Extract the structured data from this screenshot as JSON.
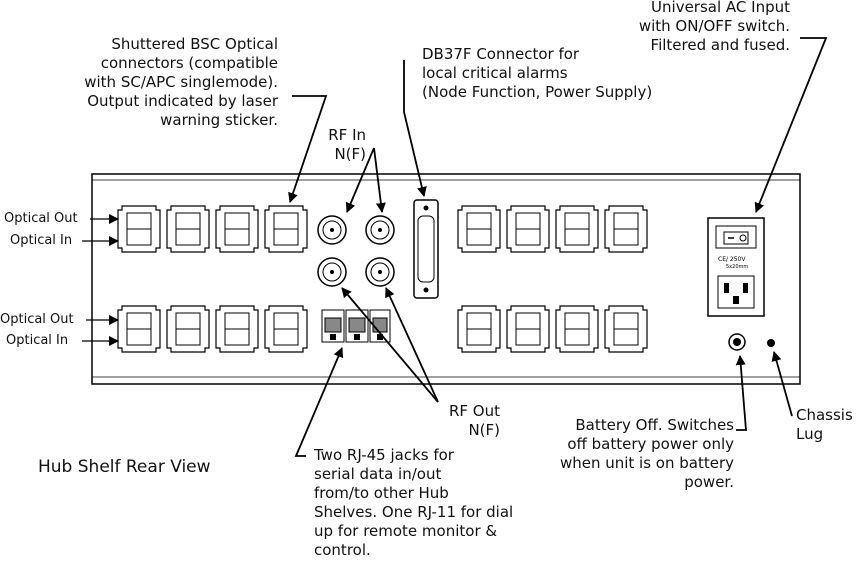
{
  "labels": {
    "optical_connectors": "Shuttered BSC Optical\nconnectors (compatible\nwith SC/APC singlemode).\nOutput indicated by laser\nwarning sticker.",
    "db37": "DB37F Connector for\nlocal critical alarms\n(Node Function, Power Supply)",
    "ac_input": "Universal AC Input\nwith ON/OFF switch.\nFiltered and fused.",
    "rf_in": "RF In\nN(F)",
    "optical_out_top": "Optical Out",
    "optical_in_top": "Optical In",
    "optical_out_bottom": "Optical Out",
    "optical_in_bottom": "Optical In",
    "rf_out": "RF Out\nN(F)",
    "battery_off": "Battery Off. Switches\noff battery power only\nwhen unit is on battery\npower.",
    "chassis_lug": "Chassis\nLug",
    "hub_shelf": "Hub Shelf Rear View",
    "rj45": "Two RJ-45 jacks for\nserial data in/out\nfrom/to other Hub\nShelves. One RJ-11 for dial\nup for remote monitor &\ncontrol."
  }
}
